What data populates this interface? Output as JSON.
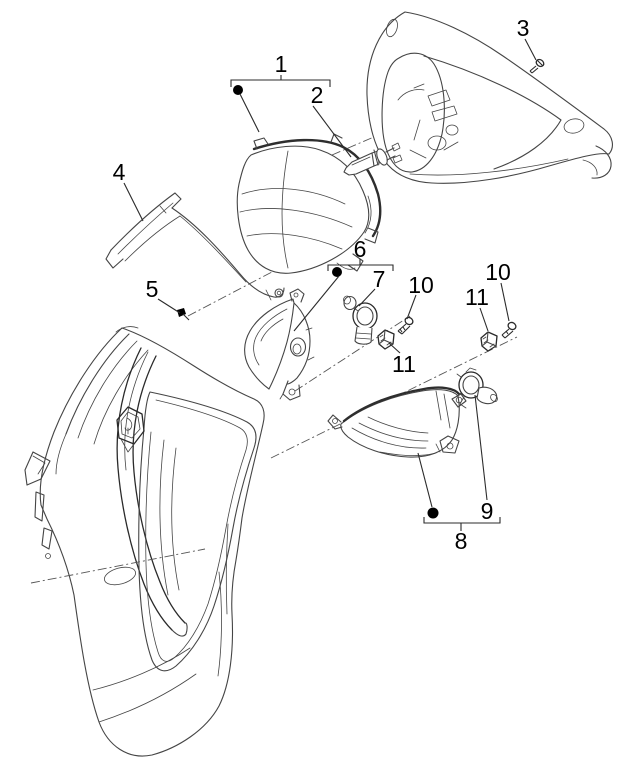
{
  "diagram": {
    "background": "#ffffff",
    "line_color": "#454545",
    "label_color": "#000000",
    "callouts": [
      {
        "id": "callout-1",
        "label": "1"
      },
      {
        "id": "callout-2",
        "label": "2"
      },
      {
        "id": "callout-3",
        "label": "3"
      },
      {
        "id": "callout-4",
        "label": "4"
      },
      {
        "id": "callout-5",
        "label": "5"
      },
      {
        "id": "callout-6",
        "label": "6"
      },
      {
        "id": "callout-7",
        "label": "7"
      },
      {
        "id": "callout-10-left",
        "label": "10"
      },
      {
        "id": "callout-11-left",
        "label": "11"
      },
      {
        "id": "callout-11-right",
        "label": "11"
      },
      {
        "id": "callout-10-right",
        "label": "10"
      },
      {
        "id": "callout-8",
        "label": "8"
      },
      {
        "id": "callout-9",
        "label": "9"
      }
    ]
  }
}
